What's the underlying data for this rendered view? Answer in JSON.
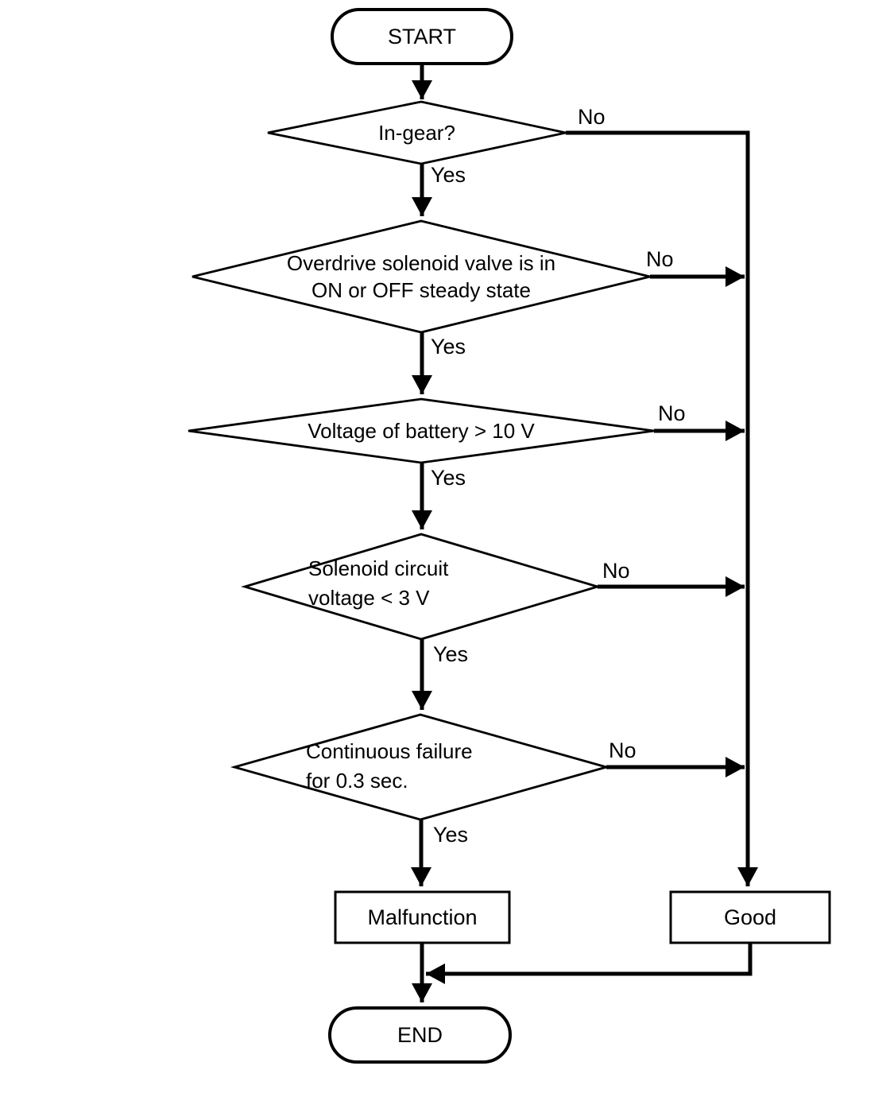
{
  "flowchart": {
    "start_label": "START",
    "end_label": "END",
    "decisions": [
      {
        "name": "in-gear",
        "lines": [
          "In-gear?"
        ],
        "yes_label": "Yes",
        "no_label": "No"
      },
      {
        "name": "overdrive-solenoid-steady-state",
        "lines": [
          "Overdrive solenoid valve is in",
          "ON or OFF steady state"
        ],
        "yes_label": "Yes",
        "no_label": "No"
      },
      {
        "name": "battery-voltage",
        "lines": [
          "Voltage of battery > 10 V"
        ],
        "yes_label": "Yes",
        "no_label": "No"
      },
      {
        "name": "solenoid-circuit-voltage",
        "lines": [
          "Solenoid circuit",
          "voltage < 3 V"
        ],
        "yes_label": "Yes",
        "no_label": "No"
      },
      {
        "name": "continuous-failure",
        "lines": [
          "Continuous failure",
          "for 0.3 sec."
        ],
        "yes_label": "Yes",
        "no_label": "No"
      }
    ],
    "outcomes": [
      {
        "name": "malfunction",
        "label": "Malfunction"
      },
      {
        "name": "good",
        "label": "Good"
      }
    ],
    "colors": {
      "line": "#000000",
      "background": "#ffffff",
      "text": "#000000"
    }
  }
}
